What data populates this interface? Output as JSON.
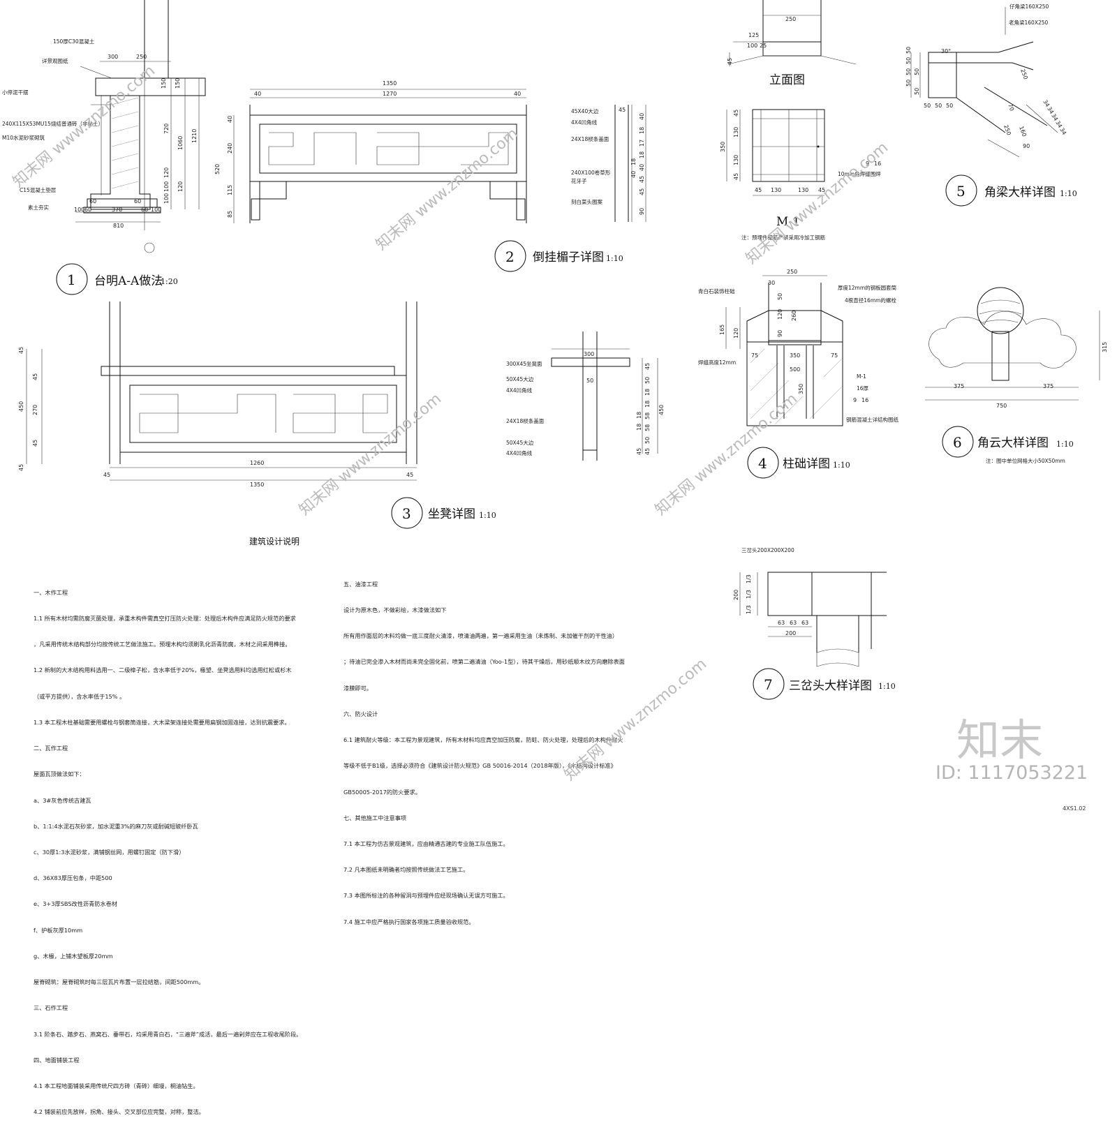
{
  "drawings": {
    "d1": {
      "num": "1",
      "title": "台明A-A做法",
      "scale": "1:20",
      "labels": [
        "150厚C30混凝土",
        "详景观图纸",
        "小停泥干摆",
        "240X115X53MU15烧结普通砖（非黏土）",
        "M10水泥砂浆砌筑",
        "C15混凝土垫层",
        "素土夯实"
      ],
      "dims": [
        "300",
        "250",
        "150",
        "150",
        "720",
        "1060",
        "1210",
        "120",
        "100",
        "120",
        "100",
        "60",
        "60",
        "100",
        "60",
        "370",
        "60",
        "100",
        "810"
      ]
    },
    "d2": {
      "num": "2",
      "title": "倒挂楣子详图",
      "scale": "1:10",
      "labels": [
        "45X40大边",
        "4X4凹角线",
        "24X18棂条盖面",
        "240X100卷草形",
        "花牙子",
        "刻白菜头图案"
      ],
      "dims": [
        "1350",
        "40",
        "1270",
        "40",
        "40",
        "240",
        "520",
        "115",
        "85",
        "45",
        "40",
        "18",
        "17",
        "18",
        "40",
        "45",
        "18",
        "40",
        "45",
        "90"
      ]
    },
    "d3": {
      "num": "3",
      "title": "坐凳详图",
      "scale": "1:10",
      "labels": [
        "300X45坐凳面",
        "50X45大边",
        "4X4凹角线",
        "24X18棂条盖面",
        "50X45大边",
        "4X4凹角线"
      ],
      "dims": [
        "45",
        "45",
        "450",
        "270",
        "45",
        "45",
        "45",
        "1260",
        "45",
        "1350",
        "300",
        "50",
        "45",
        "50",
        "18",
        "18",
        "58",
        "58",
        "18",
        "18",
        "50",
        "45",
        "45",
        "450"
      ]
    },
    "elev": {
      "title": "立面图",
      "dims": [
        "250",
        "125",
        "100",
        "25",
        "45"
      ]
    },
    "m1": {
      "title": "M-1",
      "note": "注：预埋件锚筋严禁采用冷加工钢筋",
      "label": "10mm角焊缝围焊",
      "dims": [
        "45",
        "130",
        "350",
        "130",
        "45",
        "45",
        "130",
        "130",
        "45",
        "9",
        "16"
      ]
    },
    "d4": {
      "num": "4",
      "title": "柱础详图",
      "scale": "1:10",
      "labels": [
        "青白石装饰柱础",
        "厚度12mm的钢板圆套筒",
        "4根直径16mm的螺栓",
        "焊缝高度12mm",
        "M-1",
        "16厚",
        "钢筋混凝土详结构图纸"
      ],
      "dims": [
        "250",
        "30",
        "50",
        "120",
        "260",
        "165",
        "120",
        "90",
        "75",
        "75",
        "350",
        "500",
        "350",
        "9",
        "16"
      ]
    },
    "d5": {
      "num": "5",
      "title": "角梁大样详图",
      "scale": "1:10",
      "labels": [
        "仔角梁160X250",
        "老角梁160X250"
      ],
      "dims": [
        "50",
        "50",
        "50",
        "50",
        "50",
        "50",
        "30°",
        "50",
        "50",
        "50",
        "250",
        "70",
        "250",
        "160",
        "90",
        "34",
        "34",
        "34",
        "34",
        "34"
      ]
    },
    "d6": {
      "num": "6",
      "title": "角云大样详图",
      "scale": "1:10",
      "note": "注：图中单位网格大小50X50mm",
      "dims": [
        "315",
        "375",
        "375",
        "750"
      ]
    },
    "d7": {
      "num": "7",
      "title": "三岔头大样详图",
      "scale": "1:10",
      "label": "三岔头200X200X200",
      "dims": [
        "200",
        "1/3",
        "1/3",
        "1/3",
        "63",
        "63",
        "63",
        "200"
      ]
    }
  },
  "notes": {
    "heading": "建筑设计说明",
    "left": [
      "一、木作工程",
      "1.1  所有木材均需防腐灭菌处理，承重木构件需真空打压防火处理：处理后木构件应满足防火规范的要求",
      "，凡采用传统木结构部分均按传统工艺做法施工。预埋木构均须刷乳化沥青防腐，木材之间采用榫接。",
      "1.2  新制的大木结构用料选用一、二级樟子松，含水率低于20%，椽望、坐凳选用料均选用红松或杉木",
      "（或平方提供），含水率低于15%  。",
      "1.3  本工程木柱基础需要用螺栓与钢套筒连接，大木梁架连接处需要用扁钢加固连接，达到抗震要求。",
      "二、瓦作工程",
      "屋面瓦顶做法如下：",
      "a、3#灰色传统古建瓦",
      "b、1:1:4水泥石灰砂浆，加水泥重3%的麻刀灰或耐碱短玻纤卧瓦",
      "c、30厚1:3水泥砂浆，满铺钢丝网，用螺钉固定（防下滑）",
      "d、36X83厚压包条，中距500",
      "e、3+3厚SBS改性沥青防水卷材",
      "f、护板灰厚10mm",
      "g、木椽，上铺木望板厚20mm",
      "屋脊砌筑：屋脊砌筑时每三层瓦片布置一层拉结筋，间距500mm。",
      "三、石作工程",
      "3.1  阶条石、踏步石、燕窝石、垂带石，均采用青白石，“三遍斧”成活，最后一遍剁斧应在工程收尾阶段。",
      "四、地面铺装工程",
      "4.1  本工程地面铺装采用传统尺四方砖（青砖）细墁，桐油钻生。",
      "4.2  铺装前应先放样，拐角、接头、交叉部位应完整，对称，整洁。"
    ],
    "right": [
      "五、油漆工程",
      "设计为原木色，不做彩绘，木漆做法如下",
      "    所有用作面层的木料均做一底三度耐火清漆，喷清油两遍，第一遍采用生油（未炼制、未加催干剂的干性油）",
      "；待油已完全渗入木材而尚未完全固化前，喷第二遍清油（Yoo-1型），待其干燥后，用砂纸顺木纹方向磨除表面",
      "漆膜即可。",
      "六、防火设计",
      "6.1  建筑耐火等级：本工程为景观建筑，所有木材料均应真空加压防腐，防蛀、防火处理，处理后的木构件耐火",
      "等级不低于B1级，选择必须符合《建筑设计防火规范》GB 50016-2014（2018年版），《木结构设计标准》",
      "GB50005-2017的防火要求。",
      "七、其他施工中注意事项",
      "7.1  本工程为仿古景观建筑，应由精通古建的专业施工队伍施工。",
      "7.2  凡本图纸未明确者均按照传统做法工艺施工。",
      "7.3  本图所标注的各种留洞与预埋件应经现场确认无误方可施工。",
      "7.4  施工中应严格执行国家各项施工质量验收规范。"
    ]
  },
  "watermark": {
    "text": "知末网 www.znzmo.com",
    "logo": "知末",
    "id": "ID: 1117053221",
    "sheet": "4XS1.02"
  }
}
